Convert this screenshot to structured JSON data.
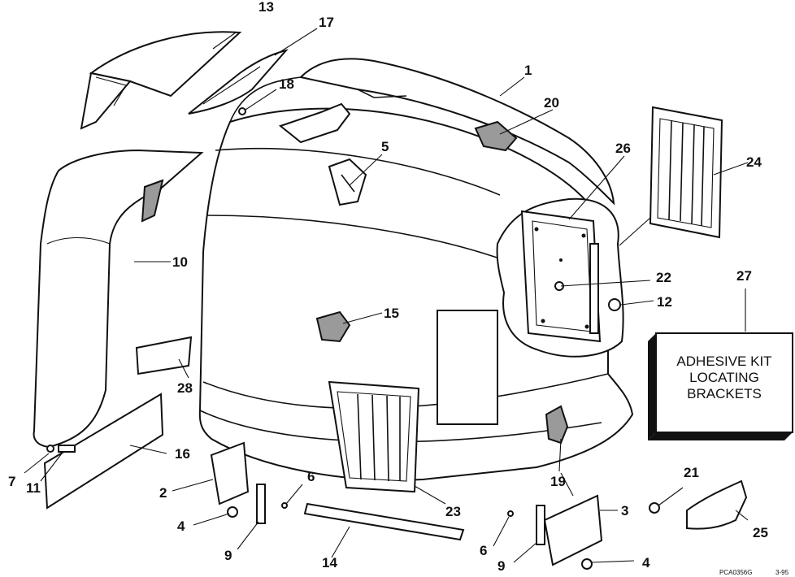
{
  "callouts": {
    "c1": "1",
    "c2": "2",
    "c3": "3",
    "c4a": "4",
    "c4b": "4",
    "c5": "5",
    "c6a": "6",
    "c6b": "6",
    "c7": "7",
    "c9a": "9",
    "c9b": "9",
    "c10": "10",
    "c11": "11",
    "c12": "12",
    "c13": "13",
    "c14": "14",
    "c15": "15",
    "c16": "16",
    "c17": "17",
    "c18": "18",
    "c19": "19",
    "c20": "20",
    "c21": "21",
    "c22": "22",
    "c23": "23",
    "c24": "24",
    "c25": "25",
    "c26": "26",
    "c27": "27",
    "c28": "28"
  },
  "adhesive_kit": {
    "line1": "ADHESIVE KIT",
    "line2": "LOCATING",
    "line3": "BRACKETS"
  },
  "drawing_code": "PCA0356G",
  "drawing_date": "3-95"
}
